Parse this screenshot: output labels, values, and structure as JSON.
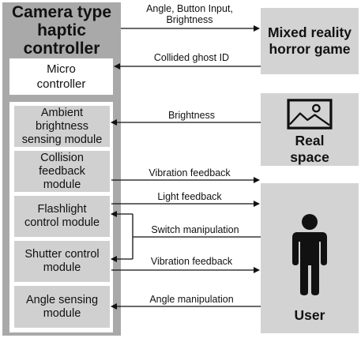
{
  "controller": {
    "title_line1": "Camera type",
    "title_line2": "haptic",
    "title_line3": "controller",
    "micro_line1": "Micro",
    "micro_line2": "controller"
  },
  "modules": [
    {
      "lines": [
        "Ambient",
        "brightness",
        "sensing module"
      ]
    },
    {
      "lines": [
        "Collision",
        "feedback",
        "module"
      ]
    },
    {
      "lines": [
        "Flashlight",
        "control module"
      ]
    },
    {
      "lines": [
        "Shutter control",
        "module"
      ]
    },
    {
      "lines": [
        "Angle sensing",
        "module"
      ]
    }
  ],
  "targets": {
    "game_line1": "Mixed reality",
    "game_line2": "horror game",
    "real_line1": "Real",
    "real_line2": "space",
    "user": "User"
  },
  "arrows": {
    "angle_input_line1": "Angle, Button Input,",
    "angle_input_line2": "Brightness",
    "ghost_id": "Collided ghost ID",
    "brightness": "Brightness",
    "vibration_1": "Vibration feedback",
    "light": "Light feedback",
    "switch": "Switch manipulation",
    "vibration_2": "Vibration feedback",
    "angle_manip": "Angle manipulation"
  },
  "icons": {
    "real_space": "image-icon",
    "user": "person-icon"
  },
  "colors": {
    "controller_bg": "#a9a9a9",
    "module_bg": "#d0d0d0",
    "target_bg": "#d3d3d3"
  }
}
